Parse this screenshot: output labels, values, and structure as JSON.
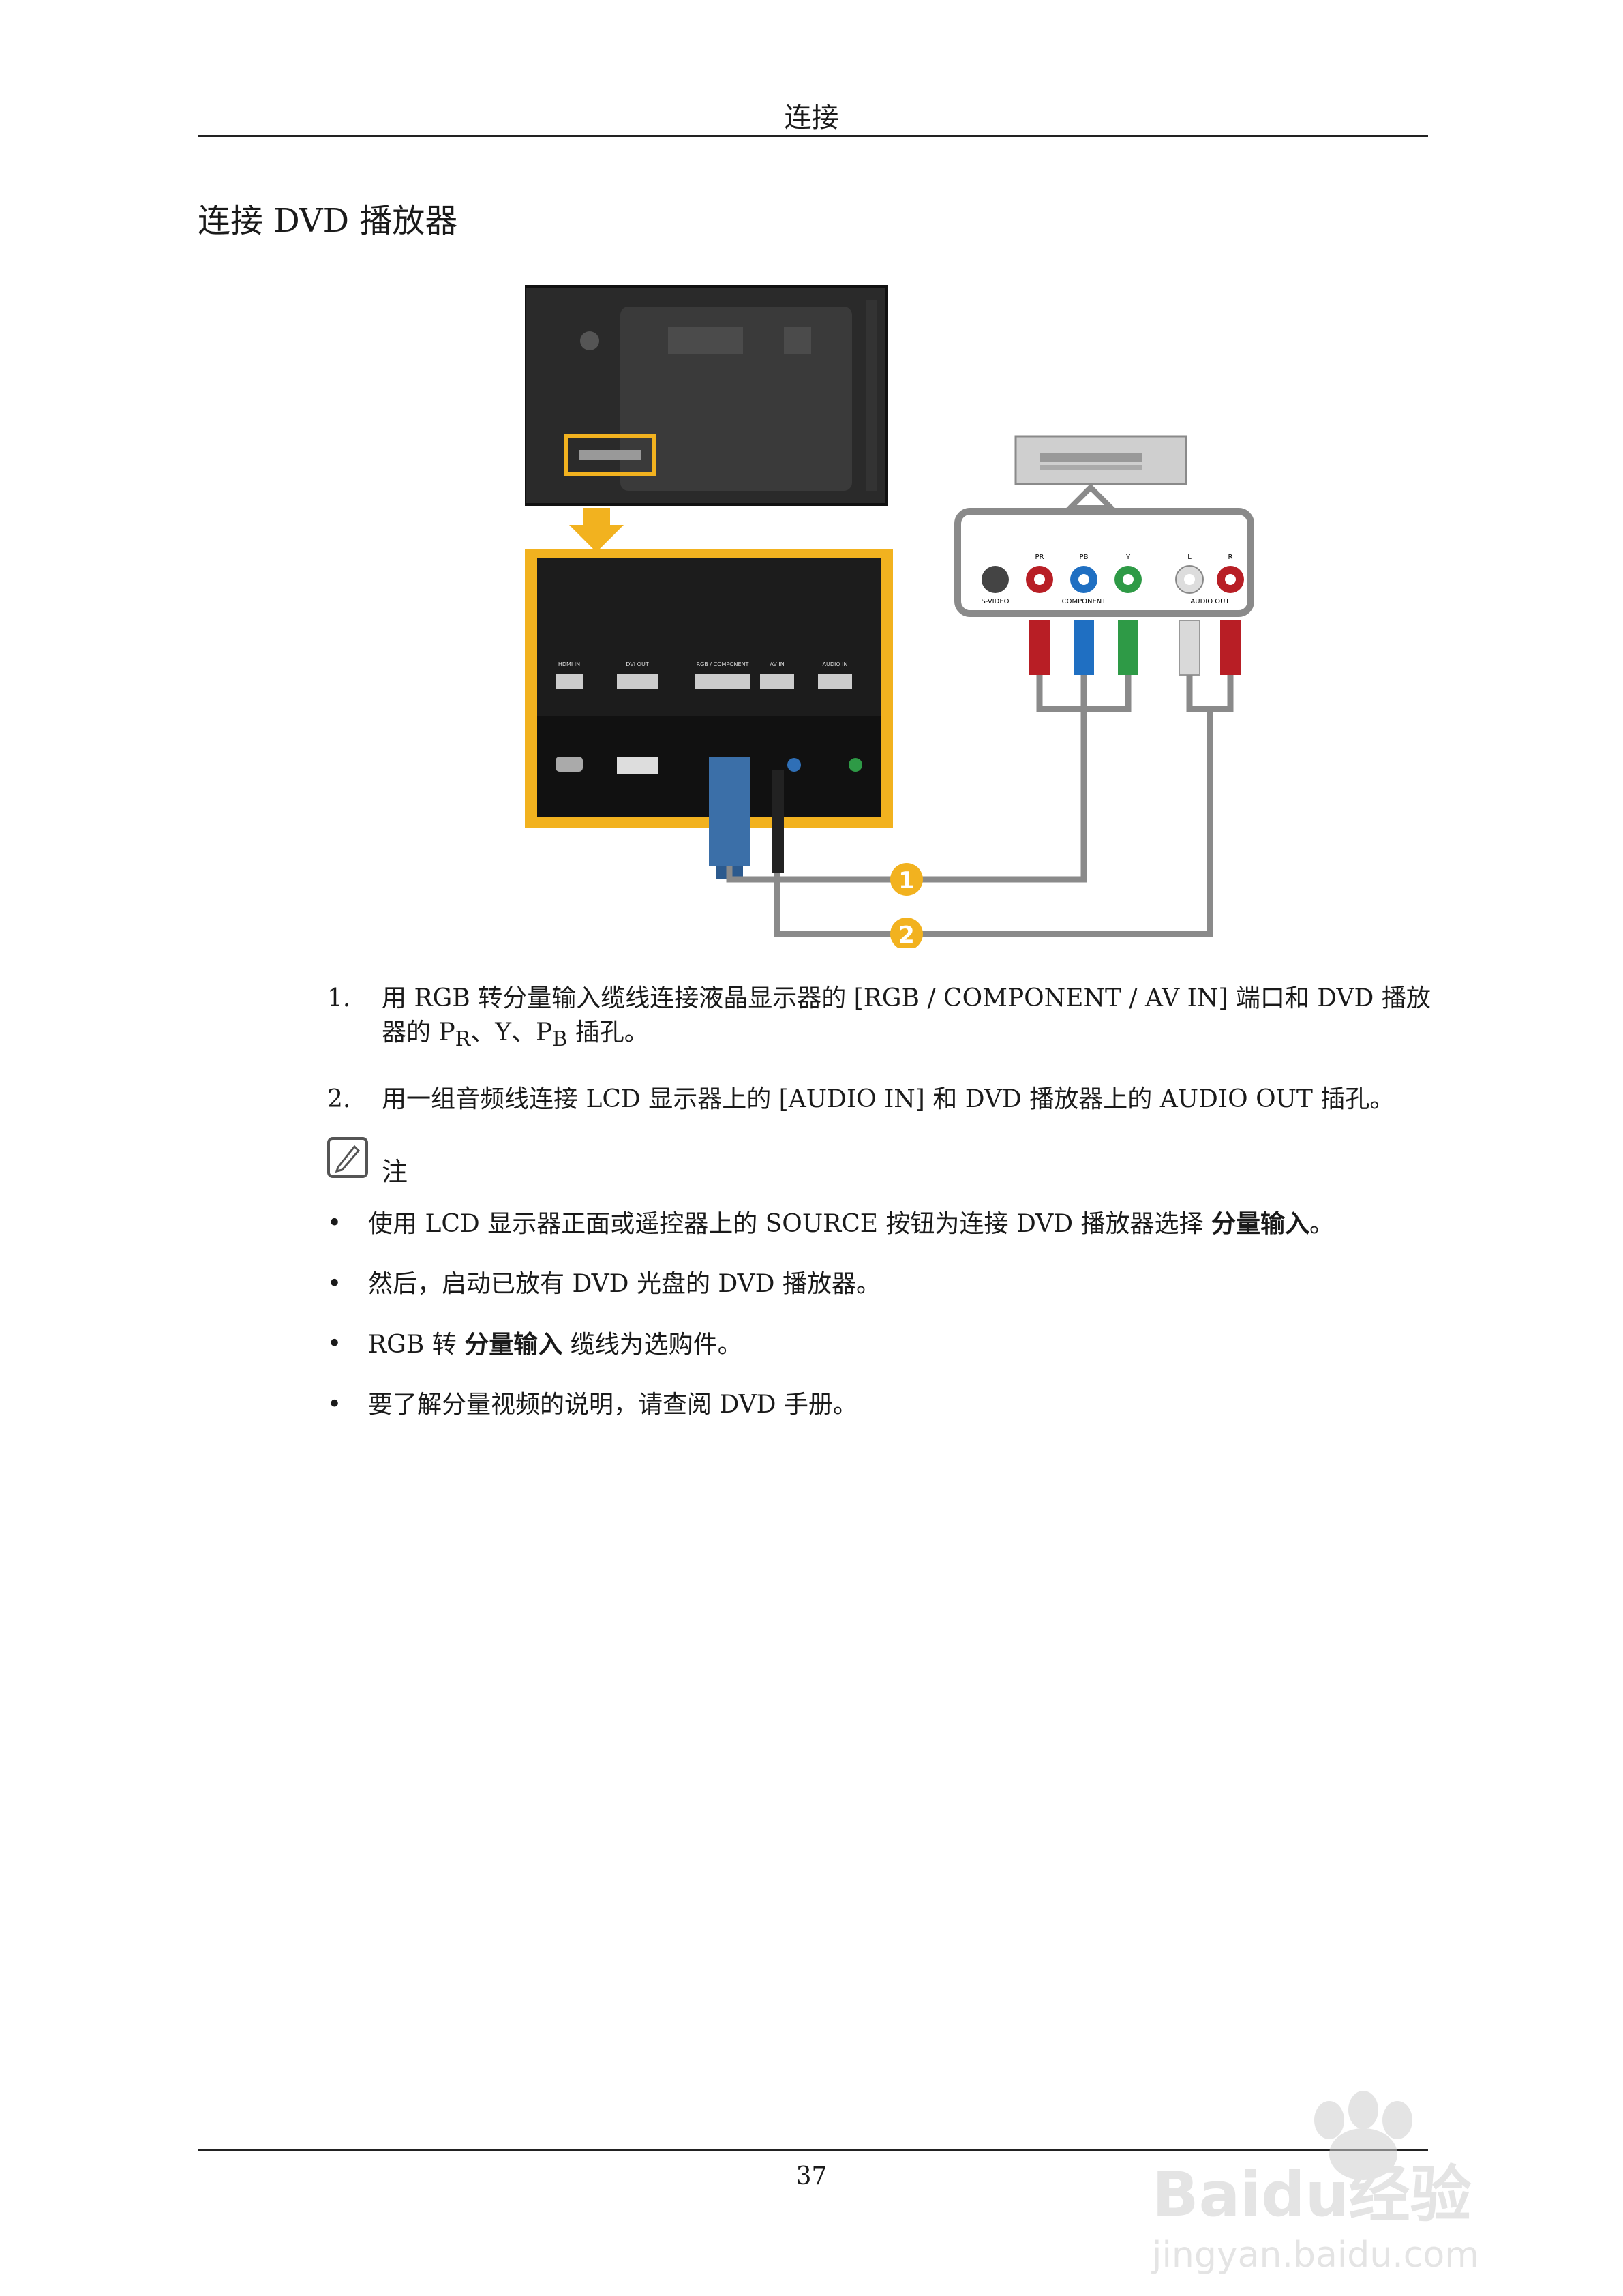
{
  "header": {
    "title": "连接"
  },
  "section": {
    "title": "连接 DVD 播放器"
  },
  "diagram": {
    "port_labels": [
      "HDMI IN",
      "DVI OUT",
      "RGB / COMPONENT",
      "AV IN",
      "AUDIO IN"
    ],
    "av_labels": {
      "svideo": "S-VIDEO",
      "component": "COMPONENT",
      "audio_out": "AUDIO OUT",
      "pr": "PR",
      "pb": "PB",
      "y": "Y",
      "l": "L",
      "r": "R"
    },
    "callouts": [
      "1",
      "2"
    ]
  },
  "steps": [
    {
      "num": "1.",
      "text_a": "用 RGB 转分量输入缆线连接液晶显示器的 [RGB / COMPONENT / AV IN] 端口和 DVD 播放器的 P",
      "sub_r": "R",
      "text_b": "、Y、P",
      "sub_b": "B",
      "text_c": " 插孔。"
    },
    {
      "num": "2.",
      "text": "用一组音频线连接 LCD 显示器上的 [AUDIO IN] 和 DVD 播放器上的 AUDIO OUT 插孔。"
    }
  ],
  "note": {
    "label": "注"
  },
  "bullets": [
    {
      "pre": "使用 LCD 显示器正面或遥控器上的 SOURCE 按钮为连接 DVD 播放器选择 ",
      "bold": "分量输入",
      "post": "。"
    },
    {
      "pre": "然后，启动已放有 DVD 光盘的 DVD 播放器。",
      "bold": "",
      "post": ""
    },
    {
      "pre": "RGB 转 ",
      "bold": "分量输入",
      "post": " 缆线为选购件。"
    },
    {
      "pre": "要了解分量视频的说明，请查阅 DVD 手册。",
      "bold": "",
      "post": ""
    }
  ],
  "bullet_symbol": "•",
  "footer": {
    "page_number": "37"
  },
  "watermark": {
    "brand": "Baidu经验",
    "url": "jingyan.baidu.com"
  },
  "colors": {
    "accent_yellow": "#f2b21f",
    "cable_gray": "#8a8a8a",
    "pr_red": "#b81e25",
    "pb_blue": "#1f6fc2",
    "y_green": "#2e9a46"
  }
}
